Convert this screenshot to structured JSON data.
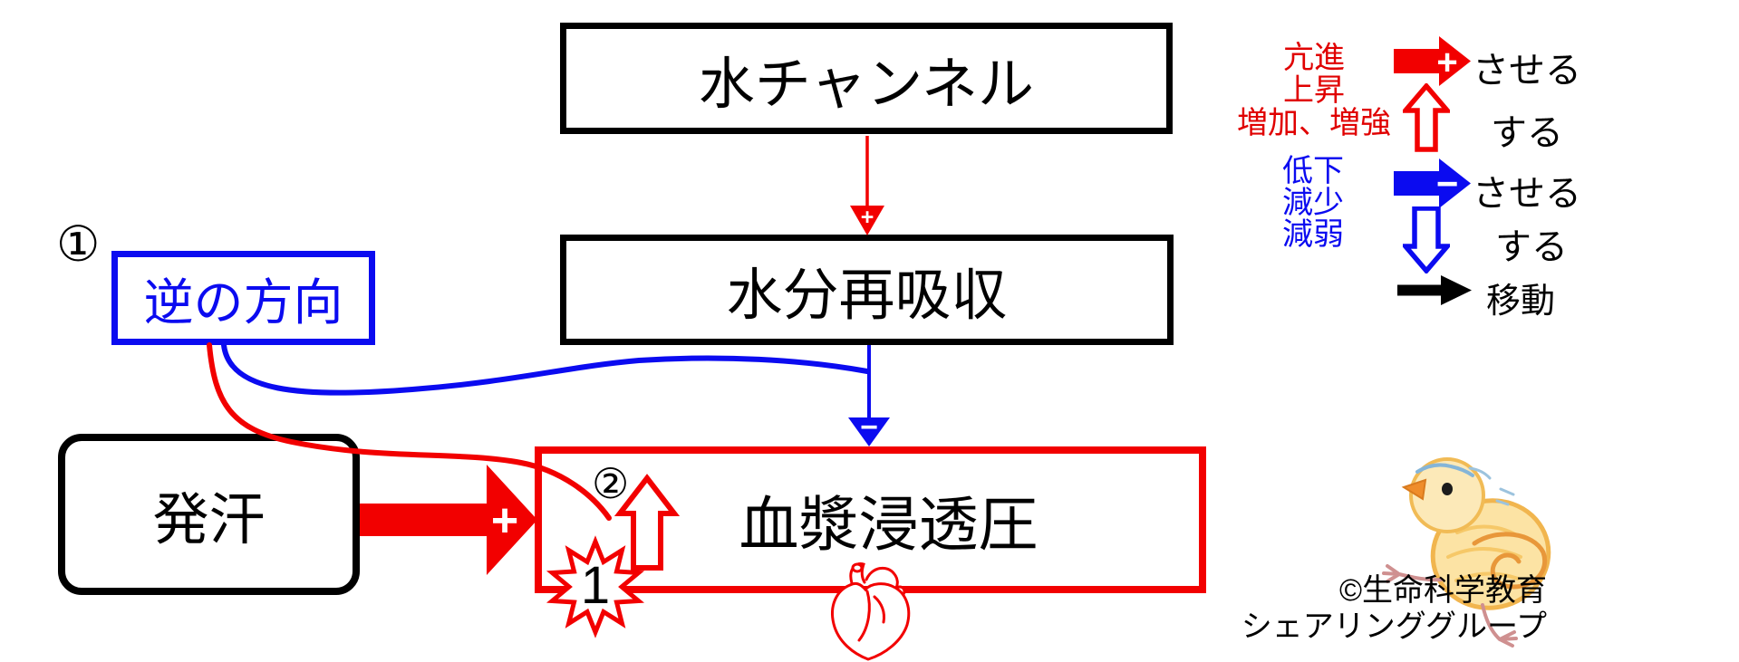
{
  "colors": {
    "red": "#f20000",
    "blue": "#0b0bf0",
    "black": "#000000",
    "chick_body": "#fce3a4",
    "chick_outline": "#f1b54e",
    "chick_beak": "#ef8d2b",
    "chick_leg": "#cf9090",
    "chick_scribble_blue": "#85b5d8"
  },
  "nodes": {
    "water_channel": "水チャンネル",
    "water_reabsorption": "水分再吸収",
    "reverse_direction": "逆の方向",
    "sweating": "発汗",
    "plasma_osmotic_pressure": "血漿浸透圧"
  },
  "badges": {
    "one": "①",
    "two": "②",
    "burst_number": "1"
  },
  "marks": {
    "plus": "+",
    "minus": "−"
  },
  "legend": {
    "increase": {
      "line1": "亢進",
      "line2": "上昇",
      "line3": "増加、増強",
      "cause": "させる",
      "become": "する"
    },
    "decrease": {
      "line1": "低下",
      "line2": "減少",
      "line3": "減弱",
      "cause": "させる",
      "become": "する"
    },
    "move": {
      "label": "移動"
    }
  },
  "footer": {
    "line1": "©生命科学教育",
    "line2": "シェアリンググループ"
  }
}
